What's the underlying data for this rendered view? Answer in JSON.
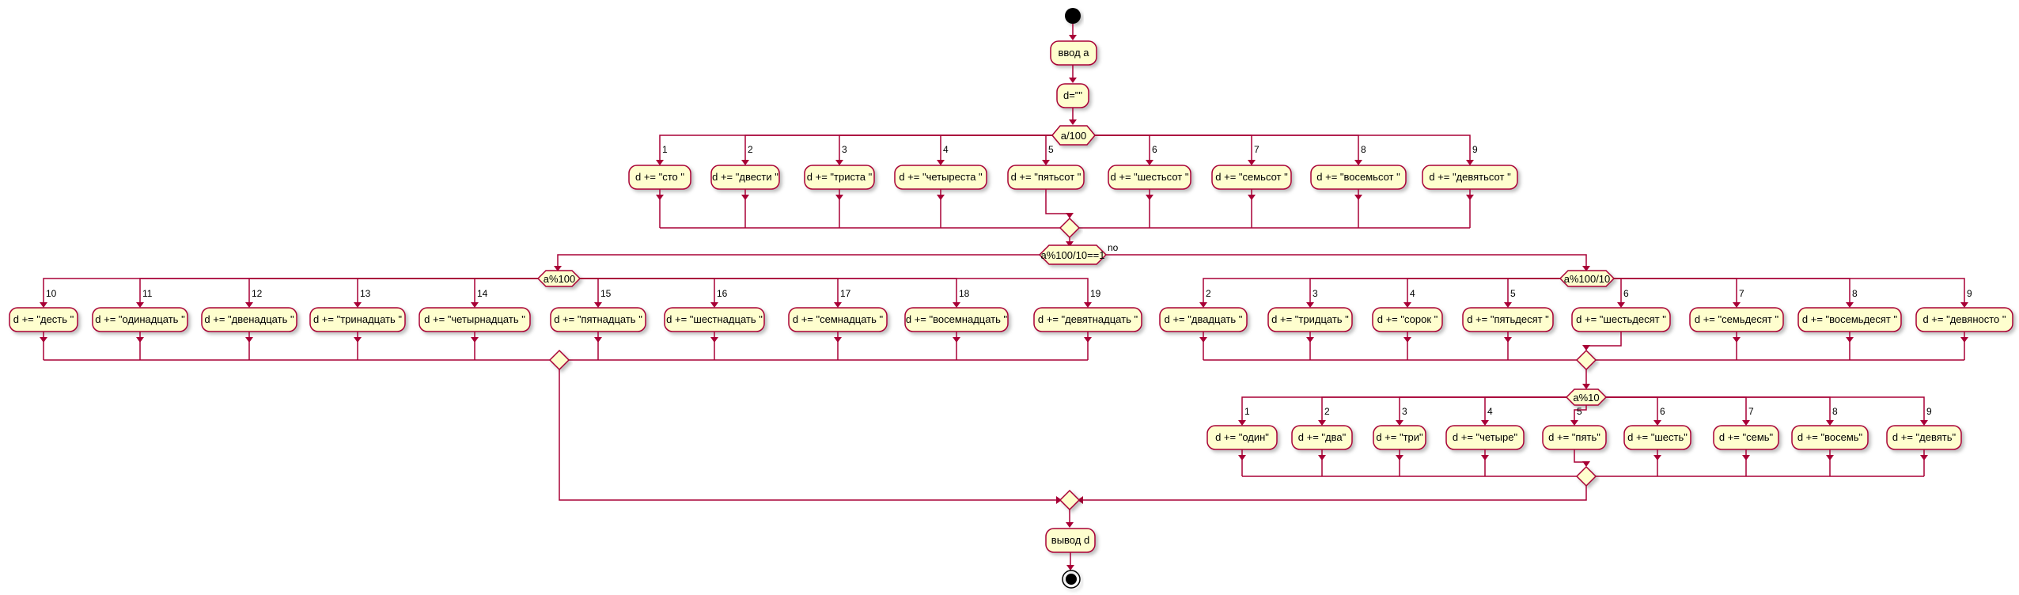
{
  "actions": {
    "input_a": "ввод а",
    "init_d": "d=\"\"",
    "output_d": "вывод d"
  },
  "decisions": {
    "hundreds": "a/100",
    "teen_check": "a%100/10==1",
    "teen_switch": "a%100",
    "tens_switch": "a%100/10",
    "ones_switch": "a%10",
    "teen_check_no": "no"
  },
  "hundreds_branches": [
    {
      "label": "1",
      "text": "d += \"сто \""
    },
    {
      "label": "2",
      "text": "d += \"двести \""
    },
    {
      "label": "3",
      "text": "d += \"триста \""
    },
    {
      "label": "4",
      "text": "d += \"четыреста \""
    },
    {
      "label": "5",
      "text": "d += \"пятьсот \""
    },
    {
      "label": "6",
      "text": "d += \"шестьсот \""
    },
    {
      "label": "7",
      "text": "d += \"семьсот \""
    },
    {
      "label": "8",
      "text": "d += \"восемьсот \""
    },
    {
      "label": "9",
      "text": "d += \"девятьсот  \""
    }
  ],
  "teen_branches": [
    {
      "label": "10",
      "text": "d += \"десть \""
    },
    {
      "label": "11",
      "text": "d += \"одинадцать \""
    },
    {
      "label": "12",
      "text": "d += \"двенадцать \""
    },
    {
      "label": "13",
      "text": "d += \"тринадцать \""
    },
    {
      "label": "14",
      "text": "d += \"четырнадцать \""
    },
    {
      "label": "15",
      "text": "d += \"пятнадцать \""
    },
    {
      "label": "16",
      "text": "d += \"шестнадцать \""
    },
    {
      "label": "17",
      "text": "d += \"семнадцать \""
    },
    {
      "label": "18",
      "text": "d += \"восемнадцать \""
    },
    {
      "label": "19",
      "text": "d += \"девятнадцать \""
    }
  ],
  "tens_branches": [
    {
      "label": "2",
      "text": "d += \"двадцать \""
    },
    {
      "label": "3",
      "text": "d += \"тридцать \""
    },
    {
      "label": "4",
      "text": "d += \"сорок \""
    },
    {
      "label": "5",
      "text": "d += \"пятьдесят \""
    },
    {
      "label": "6",
      "text": "d += \"шестьдесят \""
    },
    {
      "label": "7",
      "text": "d += \"семьдесят \""
    },
    {
      "label": "8",
      "text": "d += \"восемьдесят \""
    },
    {
      "label": "9",
      "text": "d += \"девяносто \""
    }
  ],
  "ones_branches": [
    {
      "label": "1",
      "text": "d += \"один\""
    },
    {
      "label": "2",
      "text": "d += \"два\""
    },
    {
      "label": "3",
      "text": "d += \"три\""
    },
    {
      "label": "4",
      "text": "d += \"четыре\""
    },
    {
      "label": "5",
      "text": "d += \"пять\""
    },
    {
      "label": "6",
      "text": "d += \"шесть\""
    },
    {
      "label": "7",
      "text": "d += \"семь\""
    },
    {
      "label": "8",
      "text": "d += \"восемь\""
    },
    {
      "label": "9",
      "text": "d += \"девять\""
    }
  ],
  "colors": {
    "node_fill": "#FEFECE",
    "border": "#A80036",
    "start_stop": "#000000"
  }
}
